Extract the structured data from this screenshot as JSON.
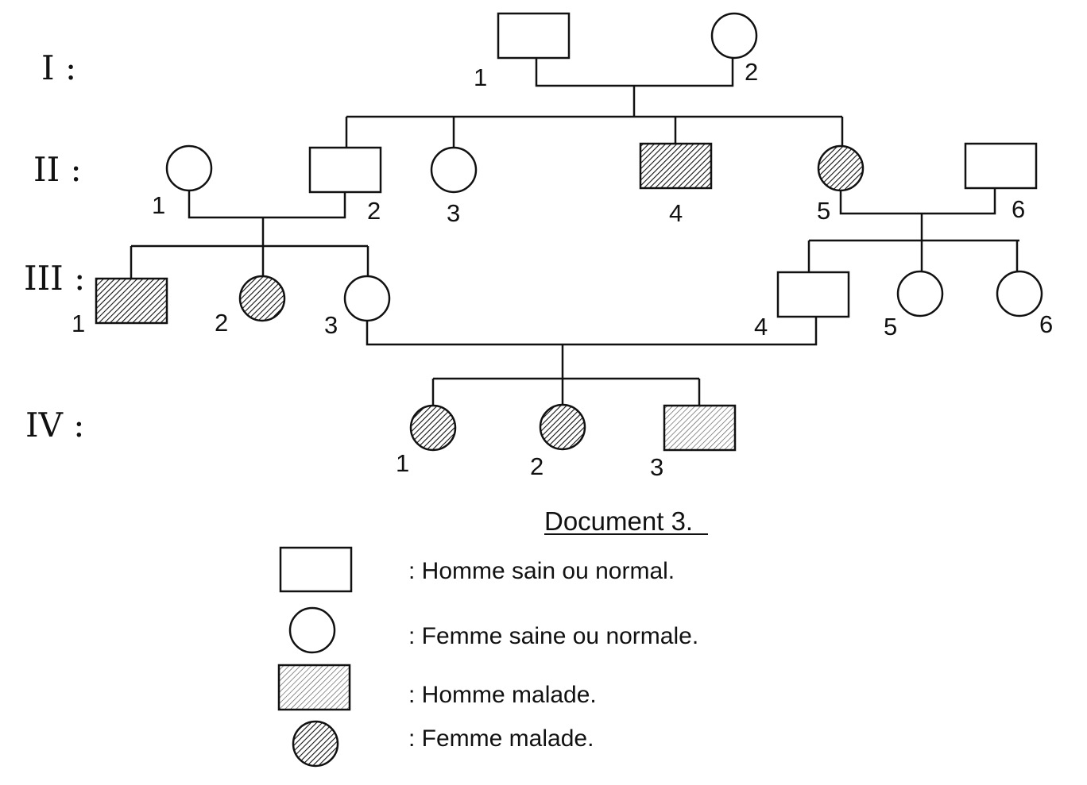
{
  "generations": [
    "I :",
    "II :",
    "III :",
    "IV :"
  ],
  "individuals": [
    {
      "id": "I-1",
      "label": "1",
      "sex": "male",
      "affected": false
    },
    {
      "id": "I-2",
      "label": "2",
      "sex": "female",
      "affected": false
    },
    {
      "id": "II-1",
      "label": "1",
      "sex": "female",
      "affected": false
    },
    {
      "id": "II-2",
      "label": "2",
      "sex": "male",
      "affected": false
    },
    {
      "id": "II-3",
      "label": "3",
      "sex": "female",
      "affected": false
    },
    {
      "id": "II-4",
      "label": "4",
      "sex": "male",
      "affected": true
    },
    {
      "id": "II-5",
      "label": "5",
      "sex": "female",
      "affected": true
    },
    {
      "id": "II-6",
      "label": "6",
      "sex": "male",
      "affected": false
    },
    {
      "id": "III-1",
      "label": "1",
      "sex": "male",
      "affected": true
    },
    {
      "id": "III-2",
      "label": "2",
      "sex": "female",
      "affected": true
    },
    {
      "id": "III-3",
      "label": "3",
      "sex": "female",
      "affected": false
    },
    {
      "id": "III-4",
      "label": "4",
      "sex": "male",
      "affected": false
    },
    {
      "id": "III-5",
      "label": "5",
      "sex": "female",
      "affected": false
    },
    {
      "id": "III-6",
      "label": "6",
      "sex": "female",
      "affected": false
    },
    {
      "id": "IV-1",
      "label": "1",
      "sex": "female",
      "affected": true
    },
    {
      "id": "IV-2",
      "label": "2",
      "sex": "female",
      "affected": true
    },
    {
      "id": "IV-3",
      "label": "3",
      "sex": "male",
      "affected": true
    }
  ],
  "title": "Document 3.",
  "legend": [
    {
      "symbol": "male-healthy",
      "text": ": Homme sain ou normal."
    },
    {
      "symbol": "female-healthy",
      "text": ": Femme saine ou normale."
    },
    {
      "symbol": "male-affected",
      "text": ": Homme malade."
    },
    {
      "symbol": "female-affected",
      "text": ": Femme malade."
    }
  ]
}
